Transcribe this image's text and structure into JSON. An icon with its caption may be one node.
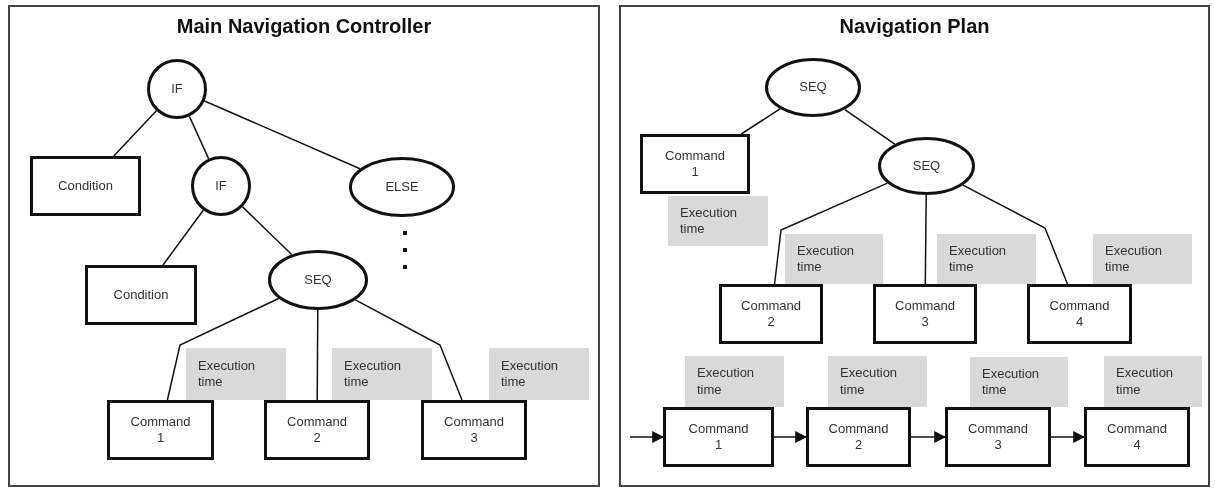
{
  "diagram": {
    "nodes": [
      {
        "text": [
          "Main Navigation Controller"
        ]
      },
      {
        "text": [
          "IF"
        ],
        "in": 0
      },
      {
        "text": [
          "Condition"
        ],
        "in": 0
      },
      {
        "text": [
          "IF"
        ],
        "in": 0
      },
      {
        "text": [
          "ELSE"
        ],
        "in": 0
      },
      {
        "text": [
          "Condition"
        ],
        "in": 0
      },
      {
        "text": [
          "SEQ"
        ],
        "in": 0
      },
      {
        "text": [
          "Execution time"
        ],
        "in": 0
      },
      {
        "text": [
          "Execution time"
        ],
        "in": 0
      },
      {
        "text": [
          "Execution time"
        ],
        "in": 0
      },
      {
        "text": [
          "Command 1"
        ],
        "in": 0
      },
      {
        "text": [
          "Command 2"
        ],
        "in": 0
      },
      {
        "text": [
          "Command 3"
        ],
        "in": 0
      },
      {
        "text": [
          "Navigation Plan"
        ]
      },
      {
        "text": [
          "SEQ"
        ],
        "in": 13
      },
      {
        "text": [
          "Command 1"
        ],
        "in": 13
      },
      {
        "text": [
          "Execution time"
        ],
        "in": 13
      },
      {
        "text": [
          "SEQ"
        ],
        "in": 13
      },
      {
        "text": [
          "Execution time"
        ],
        "in": 13
      },
      {
        "text": [
          "Execution time"
        ],
        "in": 13
      },
      {
        "text": [
          "Execution time"
        ],
        "in": 13
      },
      {
        "text": [
          "Command 2"
        ],
        "in": 13
      },
      {
        "text": [
          "Command 3"
        ],
        "in": 13
      },
      {
        "text": [
          "Command 4"
        ],
        "in": 13
      },
      {
        "text": [
          "Execution time"
        ],
        "in": 13
      },
      {
        "text": [
          "Execution time"
        ],
        "in": 13
      },
      {
        "text": [
          "Execution time"
        ],
        "in": 13
      },
      {
        "text": [
          "Execution time"
        ],
        "in": 13
      },
      {
        "text": [
          "Command 1"
        ],
        "in": 13
      },
      {
        "text": [
          "Command 2"
        ],
        "in": 13
      },
      {
        "text": [
          "Command 3"
        ],
        "in": 13
      },
      {
        "text": [
          "Command 4"
        ],
        "in": 13
      }
    ],
    "edges": [
      {
        "from": 1,
        "to": 2,
        "arrow": "none"
      },
      {
        "from": 1,
        "to": 3,
        "arrow": "none"
      },
      {
        "from": 1,
        "to": 4,
        "arrow": "none"
      },
      {
        "from": 3,
        "to": 5,
        "arrow": "none"
      },
      {
        "from": 3,
        "to": 6,
        "arrow": "none"
      },
      {
        "from": 6,
        "to": 10,
        "arrow": "none"
      },
      {
        "from": 6,
        "to": 11,
        "arrow": "none"
      },
      {
        "from": 6,
        "to": 12,
        "arrow": "none"
      },
      {
        "from": 14,
        "to": 15,
        "arrow": "none"
      },
      {
        "from": 14,
        "to": 17,
        "arrow": "none"
      },
      {
        "from": 17,
        "to": 21,
        "arrow": "none"
      },
      {
        "from": 17,
        "to": 22,
        "arrow": "none"
      },
      {
        "from": 17,
        "to": 23,
        "arrow": "none"
      },
      {
        "from": null,
        "to": 28,
        "arrow": "to"
      },
      {
        "from": 28,
        "to": 29,
        "arrow": "to"
      },
      {
        "from": 29,
        "to": 30,
        "arrow": "to"
      },
      {
        "from": 30,
        "to": 31,
        "arrow": "to"
      }
    ]
  }
}
